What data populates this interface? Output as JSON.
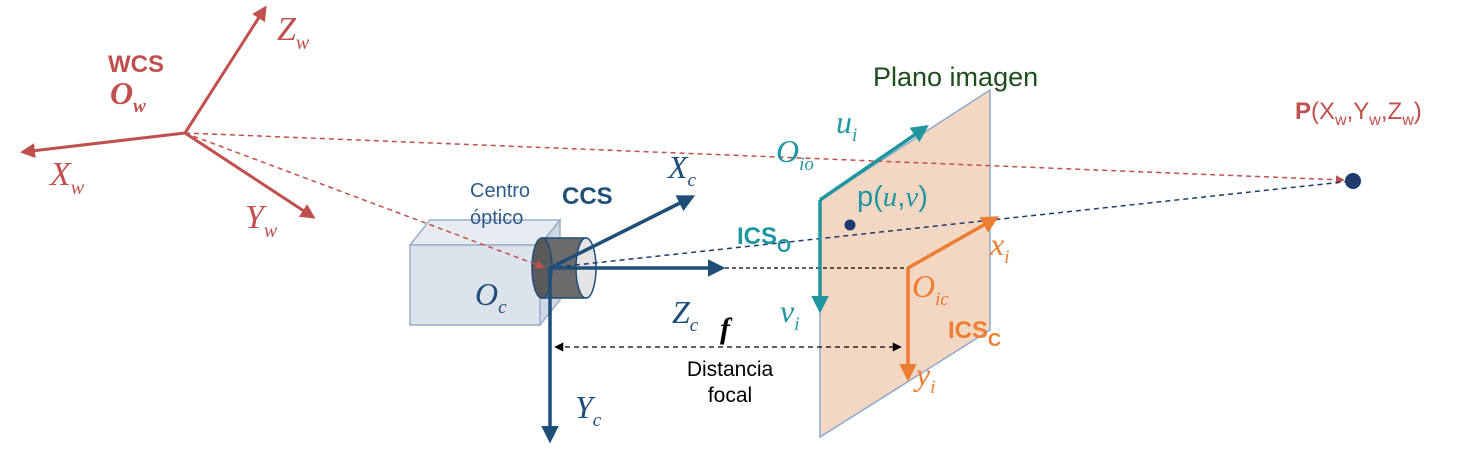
{
  "colors": {
    "world": "#c0504d",
    "camera": "#1f4e79",
    "cam_text": "#2e5c8a",
    "ics_o": "#2196a0",
    "ics_c": "#ed7d31",
    "plane_fill": "#f4d7c2",
    "plane_stroke": "#8eaacb",
    "plane_title": "#1e4d1e",
    "camera_body_fill": "#dde3ec",
    "camera_body_stroke": "#9aaec7",
    "lens_fill": "#6b6b6b",
    "point": "#1f3b6e",
    "dim_line": "#000000"
  },
  "labels": {
    "wcs": {
      "title": "WCS",
      "origin": "O",
      "origin_sub": "w",
      "x": "X",
      "x_sub": "w",
      "y": "Y",
      "y_sub": "w",
      "z": "Z",
      "z_sub": "w"
    },
    "ccs": {
      "title": "CCS",
      "center_line1": "Centro",
      "center_line2": "óptico",
      "origin": "O",
      "origin_sub": "c",
      "x": "X",
      "x_sub": "c",
      "y": "Y",
      "y_sub": "c",
      "z": "Z",
      "z_sub": "c"
    },
    "ics_o": {
      "title": "ICS",
      "title_sub": "O",
      "origin": "O",
      "origin_sub": "io",
      "u": "u",
      "u_sub": "i",
      "v": "v",
      "v_sub": "i"
    },
    "ics_c": {
      "title": "ICS",
      "title_sub": "C",
      "origin": "O",
      "origin_sub": "ic",
      "x": "x",
      "x_sub": "i",
      "y": "y",
      "y_sub": "i"
    },
    "plane_title": "Plano imagen",
    "image_point": {
      "prefix": "p(",
      "u": "u",
      "comma": ",",
      "v": "v",
      "suffix": ")"
    },
    "world_point": {
      "name": "P",
      "open": "(",
      "x": "X",
      "x_sub": "w",
      "comma1": ",",
      "y": "Y",
      "y_sub": "w",
      "comma2": ",",
      "z": "Z",
      "z_sub": "w",
      "close": ")"
    },
    "focal": {
      "symbol": "f",
      "line1": "Distancia",
      "line2": "focal"
    }
  }
}
